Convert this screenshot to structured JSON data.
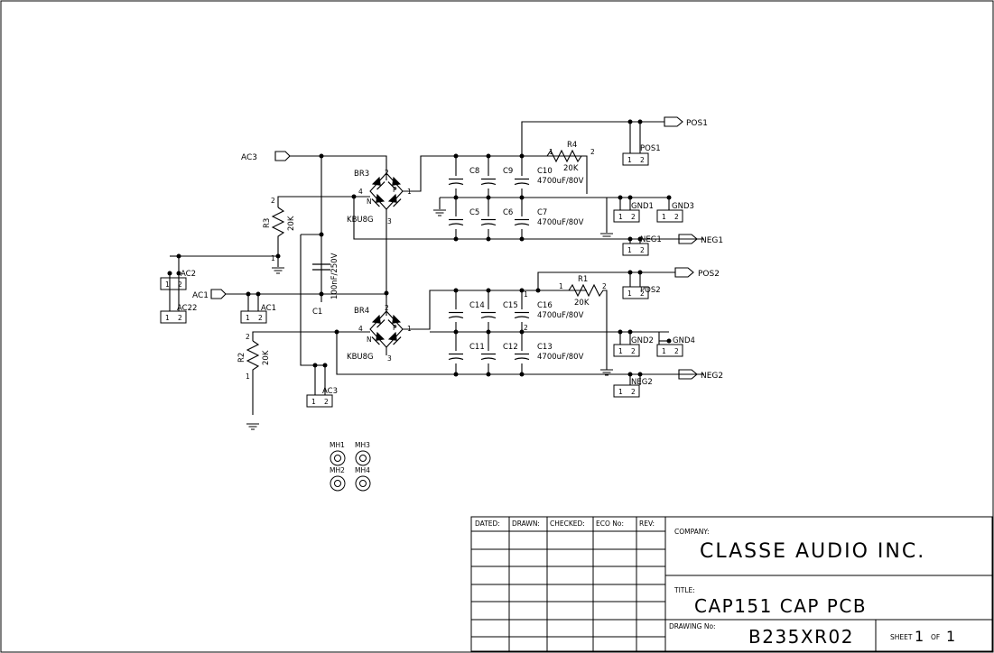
{
  "nets": {
    "ac3": "AC3",
    "ac1": "AC1",
    "pos1": "POS1",
    "pos2": "POS2",
    "neg1": "NEG1",
    "neg2": "NEG2"
  },
  "components": {
    "br3": {
      "ref": "BR3",
      "part": "KBU8G",
      "pins": [
        "1",
        "2",
        "3",
        "4"
      ],
      "n": "N",
      "p": "P"
    },
    "br4": {
      "ref": "BR4",
      "part": "KBU8G",
      "pins": [
        "1",
        "2",
        "3",
        "4"
      ],
      "n": "N",
      "p": "P"
    },
    "r1": {
      "ref": "R1",
      "value": "20K"
    },
    "r2": {
      "ref": "R2",
      "value": "20K"
    },
    "r3": {
      "ref": "R3",
      "value": "20K"
    },
    "r4": {
      "ref": "R4",
      "value": "20K"
    },
    "c1": {
      "ref": "C1",
      "value": "100nF/250V"
    },
    "caps_top": [
      "C8",
      "C9",
      "C10",
      "C5",
      "C6",
      "C7"
    ],
    "caps_bottom": [
      "C14",
      "C15",
      "C16",
      "C11",
      "C12",
      "C13"
    ],
    "cap_value": "4700uF/80V",
    "mounting_holes": [
      "MH1",
      "MH3",
      "MH2",
      "MH4"
    ]
  },
  "connectors": {
    "ac2": "AC2",
    "ac22": "AC22",
    "ac1": "AC1",
    "ac3": "AC3",
    "pos1": "POS1",
    "pos2": "POS2",
    "gnd1": "GND1",
    "gnd2": "GND2",
    "gnd3": "GND3",
    "gnd4": "GND4",
    "neg1": "NEG1",
    "neg2": "NEG2",
    "pin1": "1",
    "pin2": "2"
  },
  "title_block": {
    "columns": [
      "DATED:",
      "DRAWN:",
      "CHECKED:",
      "ECO No:",
      "REV:"
    ],
    "company_label": "COMPANY:",
    "company": "CLASSE AUDIO INC.",
    "title_label": "TITLE:",
    "title": "CAP151 CAP PCB",
    "drawing_label": "DRAWING No:",
    "drawing_no": "B235XR02",
    "sheet_label": "SHEET",
    "sheet_no": "1",
    "of_label": "OF",
    "sheet_total": "1"
  }
}
